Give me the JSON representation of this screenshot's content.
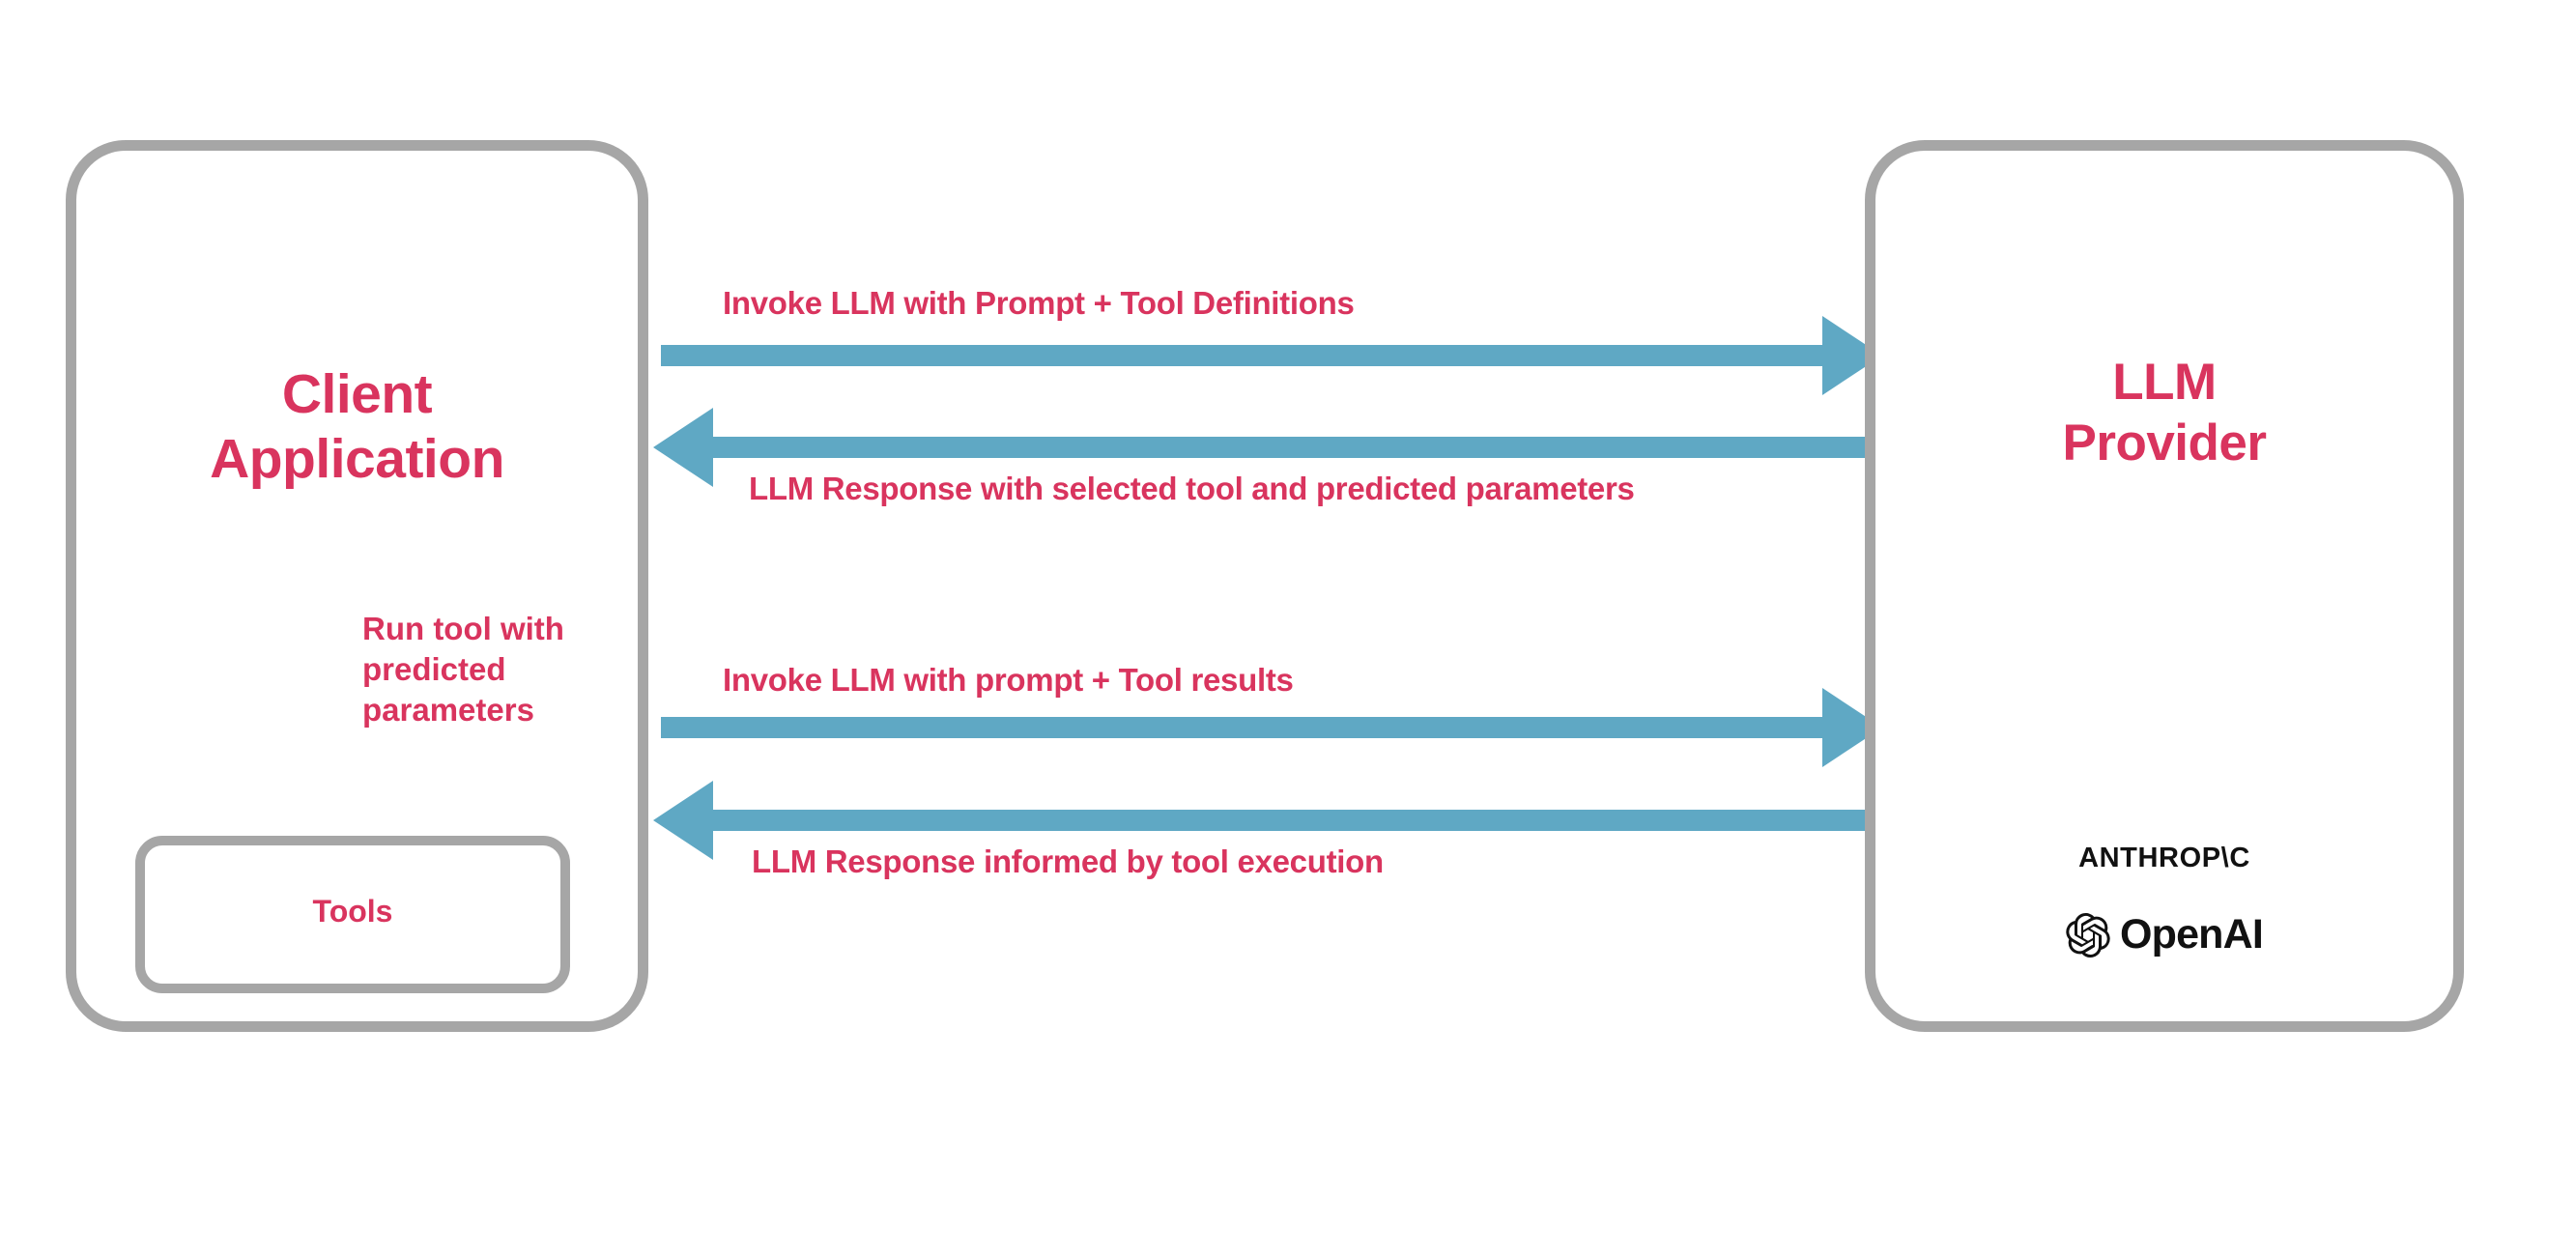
{
  "diagram": {
    "title": "LLM tool-calling interaction flow",
    "colors": {
      "accent_text": "#d9345e",
      "arrow": "#5fa8c4",
      "box_border": "#a6a6a6",
      "logo_text": "#111111",
      "background": "#ffffff"
    },
    "nodes": [
      {
        "id": "client",
        "title": "Client\nApplication"
      },
      {
        "id": "tools",
        "title": "Tools"
      },
      {
        "id": "llm_provider",
        "title": "LLM\nProvider"
      }
    ],
    "client": {
      "title": "Client\nApplication"
    },
    "tools": {
      "title": "Tools"
    },
    "llm_provider": {
      "title": "LLM\nProvider",
      "logos": [
        {
          "name": "anthropic-logo",
          "text": "ANTHROP\\C"
        },
        {
          "name": "openai-logo",
          "text": "OpenAI"
        }
      ],
      "anthropic_text": "ANTHROP\\C",
      "openai_text": "OpenAI"
    },
    "flows": [
      {
        "id": "invoke_1",
        "label": "Invoke LLM with Prompt + Tool Definitions",
        "direction": "client-to-llm"
      },
      {
        "id": "response_1",
        "label": "LLM Response with selected tool and predicted parameters",
        "direction": "llm-to-client"
      },
      {
        "id": "run_tool",
        "label": "Run tool with\npredicted\nparameters",
        "direction": "client-to-tools"
      },
      {
        "id": "invoke_2",
        "label": "Invoke LLM with prompt + Tool results",
        "direction": "client-to-llm"
      },
      {
        "id": "response_2",
        "label": "LLM Response informed by tool execution",
        "direction": "llm-to-client"
      }
    ],
    "labels": {
      "invoke_1": "Invoke LLM with Prompt + Tool Definitions",
      "response_1": "LLM Response with selected tool and predicted parameters",
      "run_tool": "Run tool with\npredicted\nparameters",
      "invoke_2": "Invoke LLM with prompt + Tool results",
      "response_2": "LLM Response informed by tool execution"
    }
  }
}
